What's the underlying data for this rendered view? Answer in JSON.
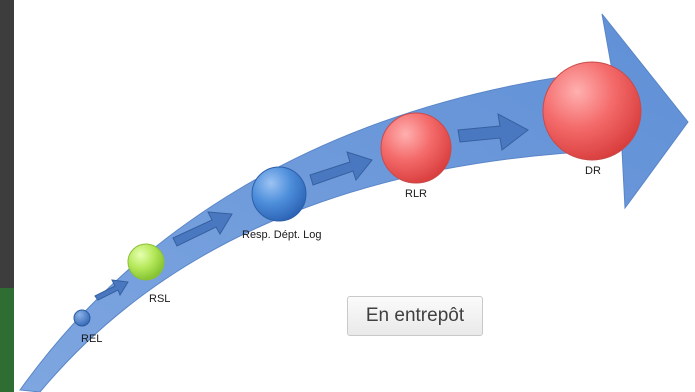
{
  "nodes": [
    {
      "label": "REL",
      "color": "#3f74c4"
    },
    {
      "label": "RSL",
      "color": "#a8e04a"
    },
    {
      "label": "Resp. Dépt. Log",
      "color": "#3f86d9"
    },
    {
      "label": "RLR",
      "color": "#f26060"
    },
    {
      "label": "DR",
      "color": "#f26060"
    }
  ],
  "badge_text": "En entrepôt",
  "colors": {
    "arrow": "#6f9ad8",
    "small_arrow": "#4a78c0"
  }
}
